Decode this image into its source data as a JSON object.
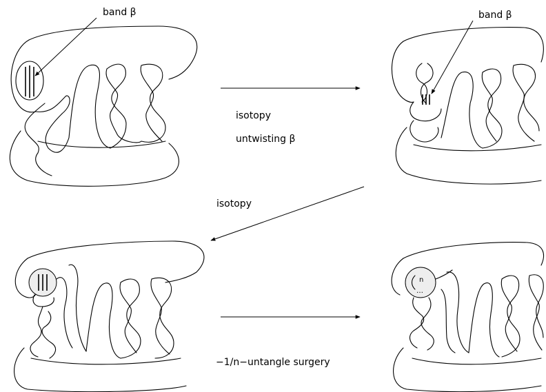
{
  "labels": {
    "band_top_left": "band β",
    "band_top_right": "band β",
    "isotopy_1": "isotopy",
    "untwisting": "untwisting β",
    "isotopy_2": "isotopy",
    "surgery": "−1/n−untangle surgery",
    "disk_n": "n",
    "disk_dots": "…"
  }
}
